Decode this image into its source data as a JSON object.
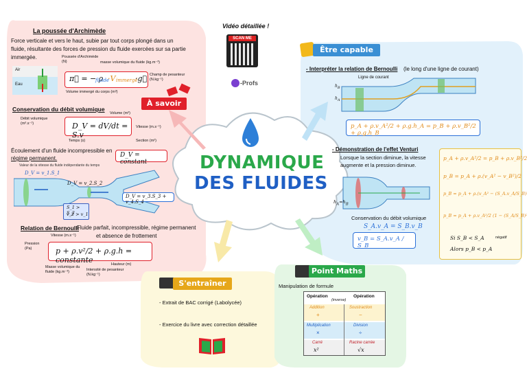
{
  "header": {
    "video_label": "Vidéo détaillée !",
    "scan_label": "SCAN ME",
    "brand": "-Profs"
  },
  "center": {
    "title_line1": "DYNAMIQUE",
    "title_line2": "DES FLUIDES"
  },
  "left": {
    "archimede": {
      "title": "La poussée d'Archimède",
      "text_line1": "Force verticale et vers le haut, subie par tout corps plongé dans un",
      "text_line2": "fluide, résultante des forces de pression du fluide exercées sur sa partie",
      "text_line3": "immergée.",
      "air_label": "Air",
      "eau_label": "Eau",
      "pi_label": "Poussée d'Archimède (N)",
      "mass_label": "masse volumique du fluide (kg.m⁻³)",
      "formula": "π⃗ = −ρ_fluide·V_immergé·g⃗",
      "formula_main": "π⃗ = − ρ",
      "formula_sub1": "fluide",
      "formula_mid": "·V",
      "formula_sub2": "immergé",
      "formula_end": "·g⃗",
      "champ_label": "Champ de pesanteur (N.kg⁻¹)",
      "volume_label": "Volume immergé du corps (m³)"
    },
    "savoir_label": "À savoir",
    "debit": {
      "title": "Conservation du débit volumique",
      "debit_label": "Débit volumique (m³.s⁻¹)",
      "volume_label": "Volume (m³)",
      "vitesse_label": "Vitesse (m.s⁻¹)",
      "temps_label": "Temps (s)",
      "section_label": "Section (m²)",
      "formula": "D_V = dV/dt = S.v",
      "incompressible_line1": "Écoulement d'un fluide incompressible en",
      "incompressible_line2": "régime permanent.",
      "constant_formula": "D_V = constant",
      "velocity_note": "Valeur de la vitesse du fluide indépendante du temps",
      "dv1": "D_V = v_1.S_1",
      "dv2": "D_V = v_2.S_2",
      "dv3": "D_V = v_3.S_3 + v_4.S_4",
      "s_compare": "S_1 > S_2",
      "v_compare": "v_2 > v_1"
    },
    "bernoulli": {
      "title": "Relation de Bernoulli",
      "desc_line1": "Fluide parfait, incompressible, régime permanent",
      "desc_line2": "et absence de frottement",
      "vitesse_label": "Vitesse (m.s⁻¹)",
      "pression_label": "Pression (Pa)",
      "formula": "p + ρ.v²/2 + ρ.g.h = constante",
      "hauteur_label": "Hauteur (m)",
      "masse_label": "Masse volumique du fluide (kg.m⁻³)",
      "intensite_label": "Intensité de pesanteur (N.kg⁻¹)"
    }
  },
  "right": {
    "banner": "Être capable",
    "interpret": {
      "title": "- Interpréter la relation de Bernoulli",
      "subtitle": "(le long d'une ligne de courant)",
      "courant_label": "Ligne de courant",
      "formula": "p_A + ρ.v_A²/2 + ρ.g.h_A = p_B + ρ.v_B²/2 + ρ.g.h_B"
    },
    "venturi": {
      "title": "- Démonstration de l'effet Venturi",
      "text_line1": "Lorsque la section diminue, la vitesse",
      "text_line2": "augmente et la pression diminue.",
      "conservation_label": "Conservation du débit volumique",
      "eq1": "S_A.v_A = S_B.v_B",
      "eq2": "v_B = S_A.v_A / S_B",
      "step1": "p_A + ρ.v_A²/2 = p_B + ρ.v_B²/2",
      "step2": "p_B = p_A + ρ.(v_A² − v_B²)/2",
      "step3": "p_B = p_A + ρ.(v_A² − (S_A.v_A/S_B)²)/2",
      "step4": "p_B = p_A + ρ.v_A²/2 (1 − (S_A/S_B)²)",
      "cond": "Si S_B < S_A",
      "negatif": "négatif",
      "conclusion": "Alors p_B < p_A"
    }
  },
  "bottom_left": {
    "banner": "S'entraîner",
    "item1": "- Extrait de BAC corrigé (Labolycée)",
    "item2": "- Exercice du livre avec correction détaillée"
  },
  "bottom_right": {
    "banner": "Point Maths",
    "subtitle": "Manipulation de formule",
    "table_headers": [
      "Opération",
      "(inverse)",
      "Opération"
    ],
    "rows": [
      {
        "left": "Addition",
        "left_sym": "+",
        "right": "Soustraction",
        "right_sym": "−"
      },
      {
        "left": "Multiplication",
        "left_sym": "×",
        "right": "Division",
        "right_sym": "÷"
      },
      {
        "left": "Carré",
        "left_sym": "x²",
        "right": "Racine carrée",
        "right_sym": "√x"
      }
    ]
  },
  "colors": {
    "pink_region": "#fde3e1",
    "blue_region": "#e2f1fb",
    "yellow_region": "#fdf8dc",
    "green_region": "#e4f6e4",
    "red_accent": "#e0202a",
    "blue_accent": "#2a6fd8",
    "title_green": "#2aa84a",
    "title_blue": "#1f5fc4"
  }
}
